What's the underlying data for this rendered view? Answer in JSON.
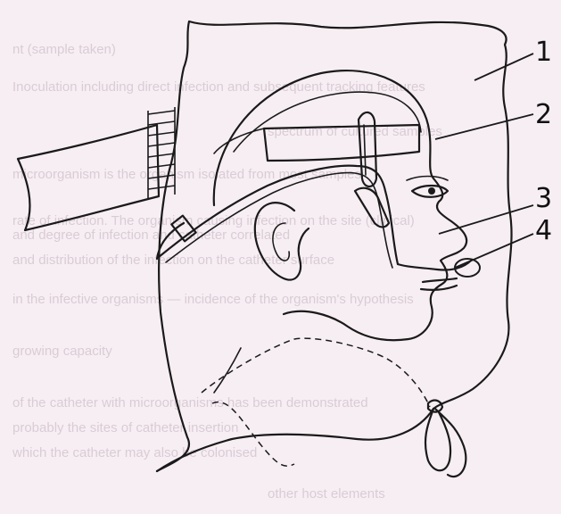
{
  "figure": {
    "labels": [
      {
        "id": "1",
        "text": "1"
      },
      {
        "id": "2",
        "text": "2"
      },
      {
        "id": "3",
        "text": "3"
      },
      {
        "id": "4",
        "text": "4"
      }
    ]
  },
  "background_bleed_through": {
    "lines": [
      "nt (sample taken)",
      "Inoculation including direct infection and subsequent tracking features",
      "spectrum of cultured samples",
      "microorganism is the organism isolated from most samples",
      "rate of infection. The organism causing infection on the site (clinical)",
      "and degree of infection and catheter correlated",
      "and distribution of the infection on the catheter surface",
      "in the infective organisms — incidence of the organism's hypothesis",
      "growing capacity",
      "of the catheter with microorganisms has been demonstrated",
      "probably the sites of catheter insertion",
      "which the catheter may also be colonised",
      "other host elements"
    ]
  }
}
